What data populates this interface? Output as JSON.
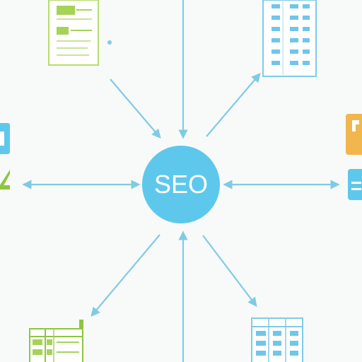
{
  "hub": {
    "label": "SEO"
  },
  "colors": {
    "background": "#f8faf9",
    "hub_fill": "#5ec8ec",
    "arrow": "#7fcbe6",
    "doc_green": "#a6d357",
    "doc_blue": "#6fc6ea",
    "accent_orange": "#f2b64e"
  },
  "nodes": [
    {
      "name": "top-left-document",
      "color": "green"
    },
    {
      "name": "top-right-spreadsheet",
      "color": "blue"
    },
    {
      "name": "left-icon",
      "color": "blue-green"
    },
    {
      "name": "right-icon",
      "color": "orange-blue"
    },
    {
      "name": "bottom-left-spreadsheet",
      "color": "green"
    },
    {
      "name": "bottom-right-spreadsheet",
      "color": "blue"
    }
  ]
}
